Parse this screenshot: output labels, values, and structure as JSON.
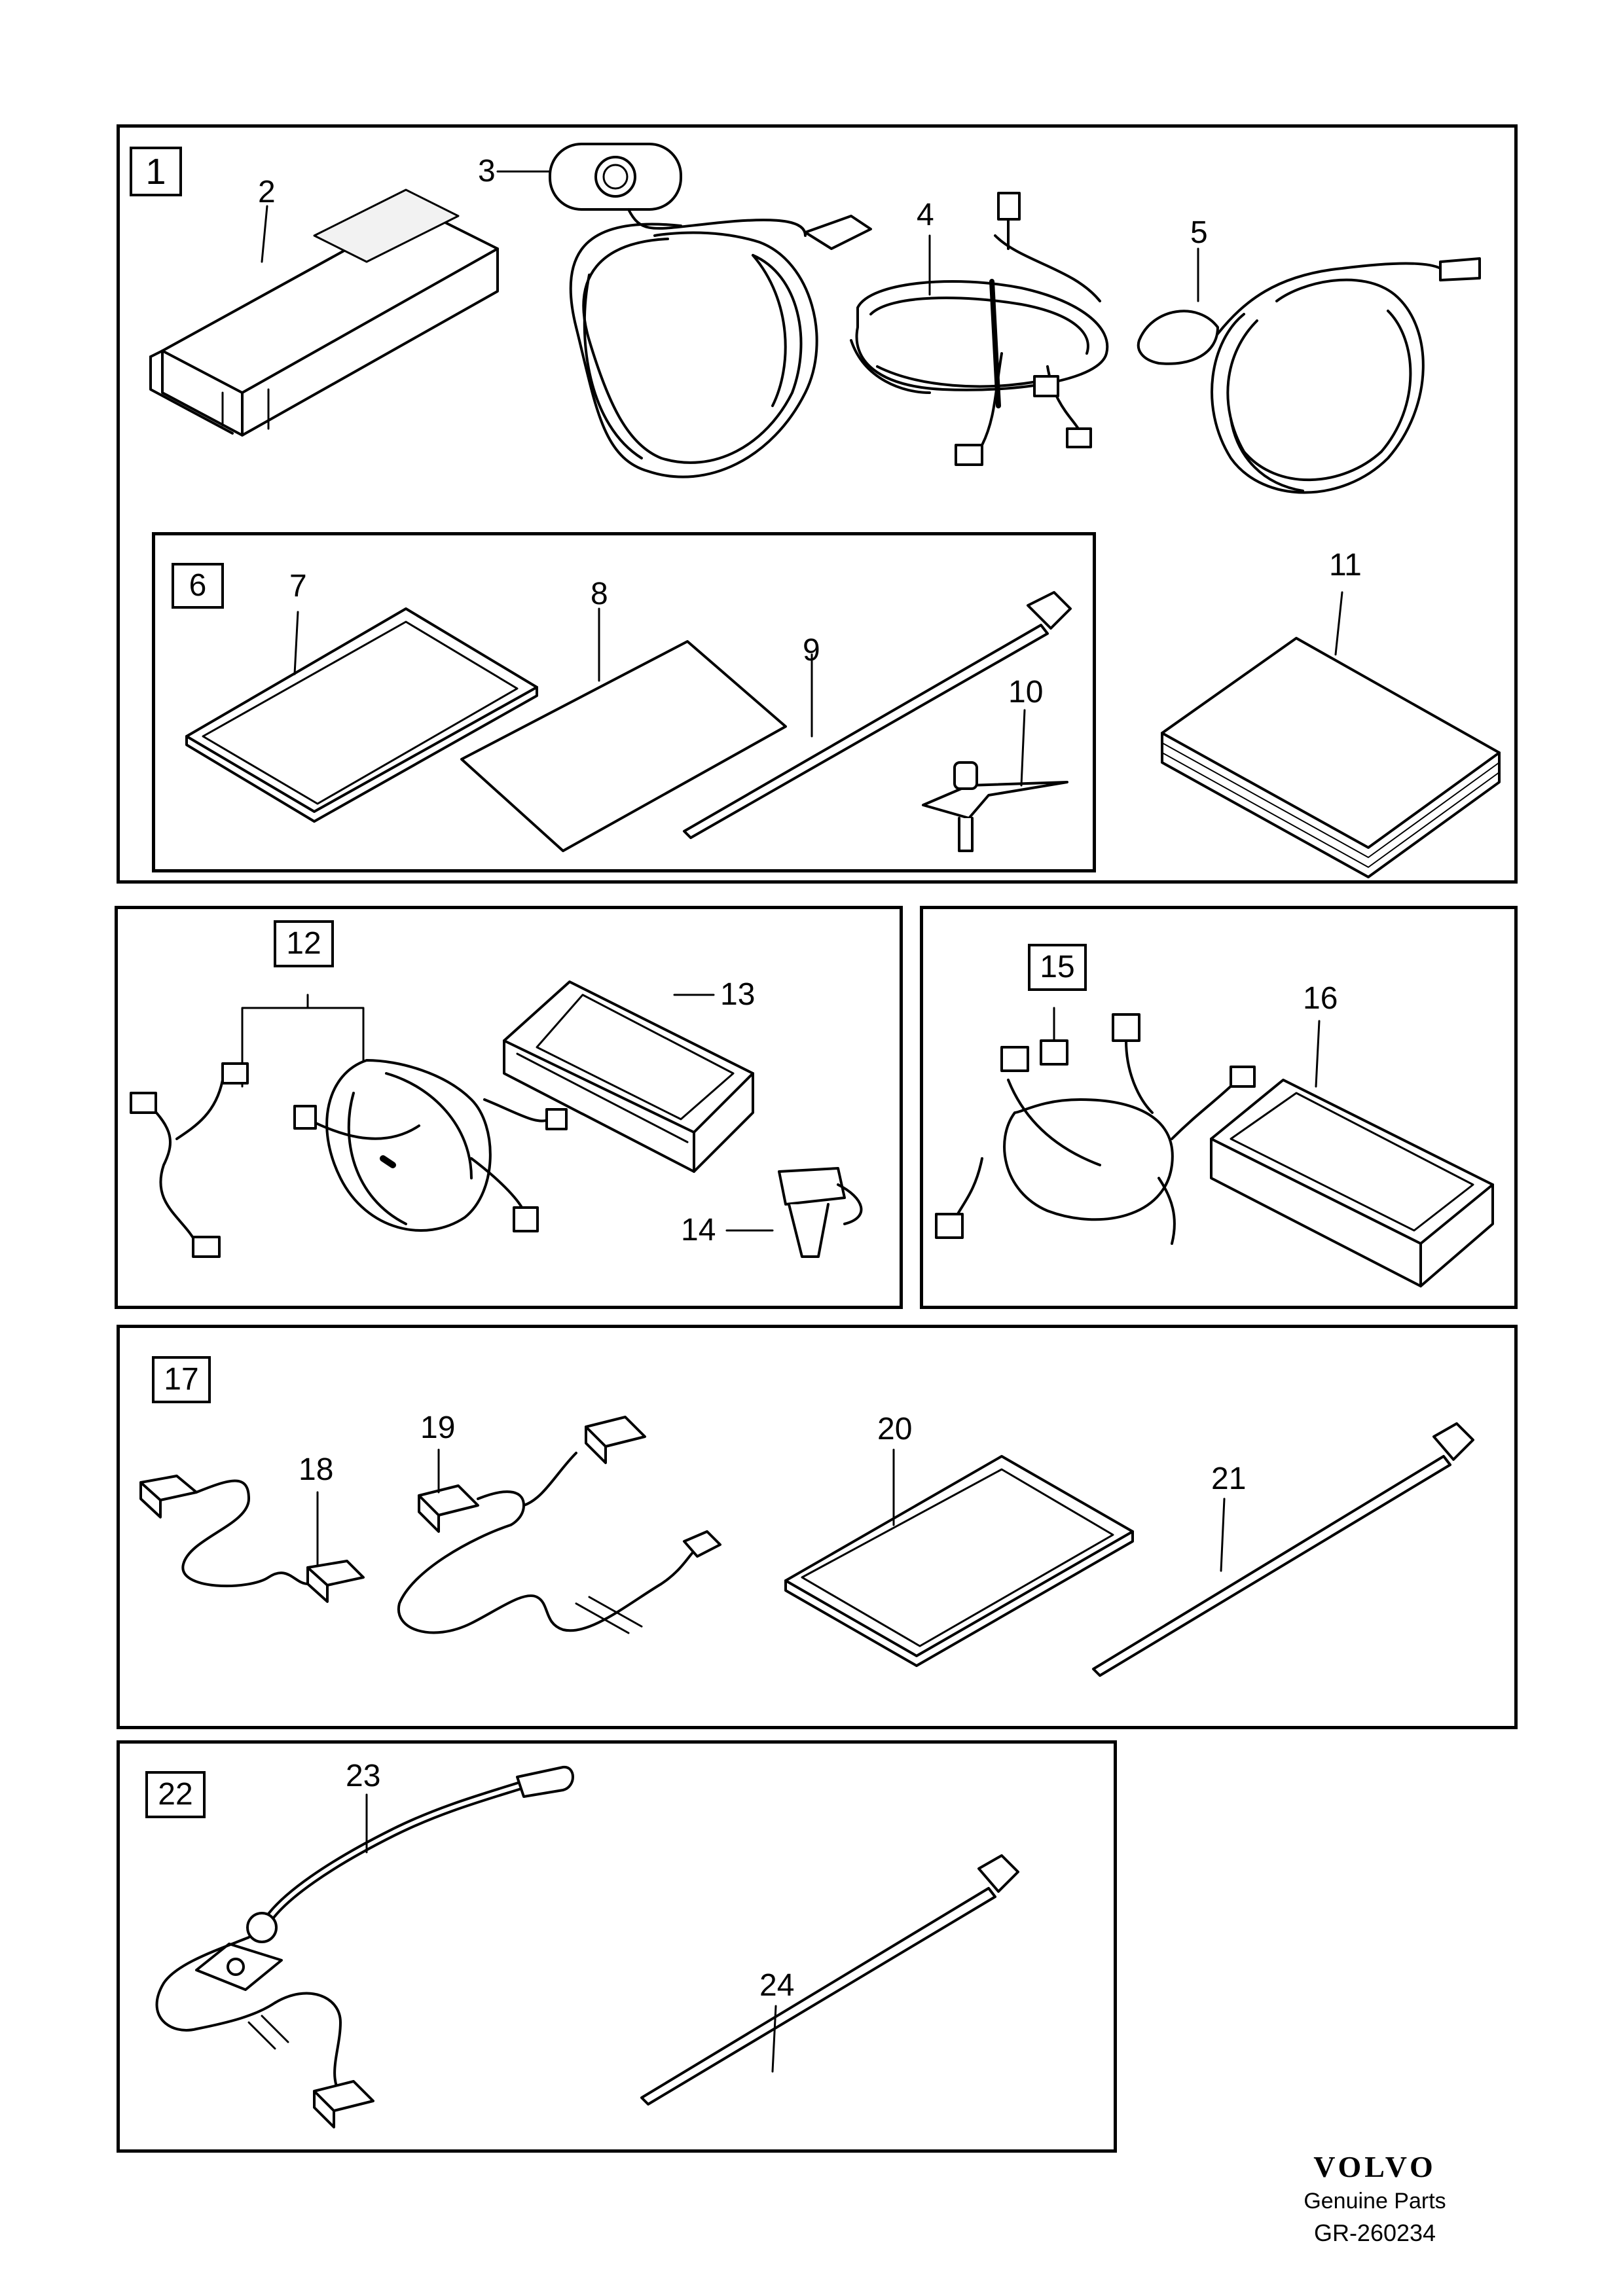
{
  "groups": {
    "g1": "1",
    "g6": "6",
    "g12": "12",
    "g15": "15",
    "g17": "17",
    "g22": "22"
  },
  "callouts": {
    "c2": "2",
    "c3": "3",
    "c4": "4",
    "c5": "5",
    "c7": "7",
    "c8": "8",
    "c9": "9",
    "c10": "10",
    "c11": "11",
    "c13": "13",
    "c14": "14",
    "c16": "16",
    "c18": "18",
    "c19": "19",
    "c20": "20",
    "c21": "21",
    "c23": "23",
    "c24": "24"
  },
  "footer": {
    "logo": "VOLVO",
    "subtitle": "Genuine Parts",
    "code": "GR-260234"
  }
}
